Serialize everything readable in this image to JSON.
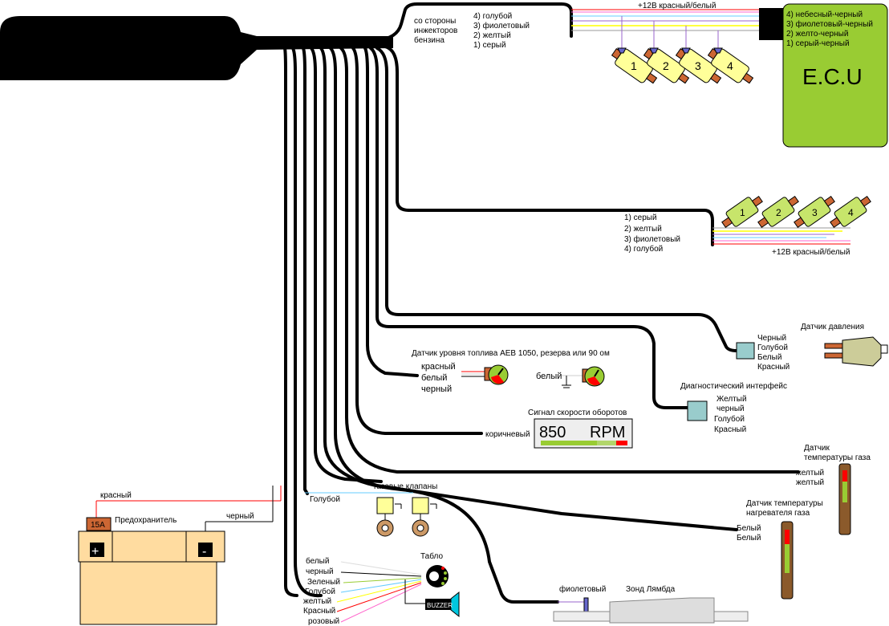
{
  "colors": {
    "ecu_green": "#99cc33",
    "injector_yellow": "#ffff99",
    "gas_injector_green": "#c7e56b",
    "red_wire": "#ff0000",
    "pink_wire": "#ff66cc",
    "blue_wire": "#66ccff",
    "violet_wire": "#9966cc",
    "yellow_wire": "#ffff00",
    "gray_wire": "#999999",
    "fuse_brown": "#cc6633",
    "battery_beige": "#ffdca0",
    "connector_teal": "#99cccc",
    "rpm_green": "#99cc33",
    "rpm_red": "#ff0000"
  },
  "ecu": {
    "label": "E.C.U",
    "pins": [
      "4) небесный-черный",
      "3) фиолетовый-черный",
      "2) желто-черный",
      "1) серый-черный"
    ]
  },
  "petrol_injectors": {
    "side_label": [
      "со стороны",
      "инжекторов",
      "бензина"
    ],
    "wires": [
      "4) голубой",
      "3) фиолетовый",
      "2) желтый",
      "1) серый"
    ],
    "power_label": "+12В  красный/белый",
    "numbers": [
      "1",
      "2",
      "3",
      "4"
    ]
  },
  "gas_injectors": {
    "wires": [
      "1) серый",
      "2) желтый",
      "3) фиолетовый",
      "4) голубой"
    ],
    "power_label": "+12В  красный/белый",
    "numbers": [
      "1",
      "2",
      "3",
      "4"
    ]
  },
  "pressure_sensor": {
    "title": "Датчик давления",
    "wires": [
      "Черный",
      "Голубой",
      "Белый",
      "Красный"
    ]
  },
  "diagnostic": {
    "title": "Диагностический интерфейс",
    "wires": [
      "Желтый",
      "черный",
      "Голубой",
      "Красный"
    ]
  },
  "fuel_level": {
    "title": "Датчик уровня топлива АЕВ 1050, резерва или 90 ом",
    "wires": [
      "красный",
      "белый",
      "черный"
    ],
    "alt_wire": "белый"
  },
  "rpm": {
    "title": "Сигнал скорости оборотов",
    "wire": "коричневый",
    "value": "850",
    "unit": "RPM"
  },
  "gas_temp": {
    "title": [
      "Датчик",
      "температуры газа"
    ],
    "wires": [
      "желтый",
      "желтый"
    ]
  },
  "reducer_temp": {
    "title": [
      "Датчик температуры",
      "нагревателя газа"
    ],
    "wires": [
      "Белый",
      "Белый"
    ]
  },
  "valves": {
    "title": "газовые клапаны",
    "wire": "Голубой"
  },
  "battery": {
    "red_wire": "красный",
    "black_wire": "черный",
    "fuse_value": "15A",
    "fuse_label": "Предохранитель",
    "plus": "+",
    "minus": "-"
  },
  "panel": {
    "title": "Табло",
    "wires": [
      "белый",
      "черный",
      "Зеленый",
      "Голубой",
      "желтый",
      "Красный",
      "розовый"
    ],
    "buzzer": "BUZZER"
  },
  "lambda": {
    "wire": "фиолетовый",
    "title": "Зонд Лямбда"
  }
}
